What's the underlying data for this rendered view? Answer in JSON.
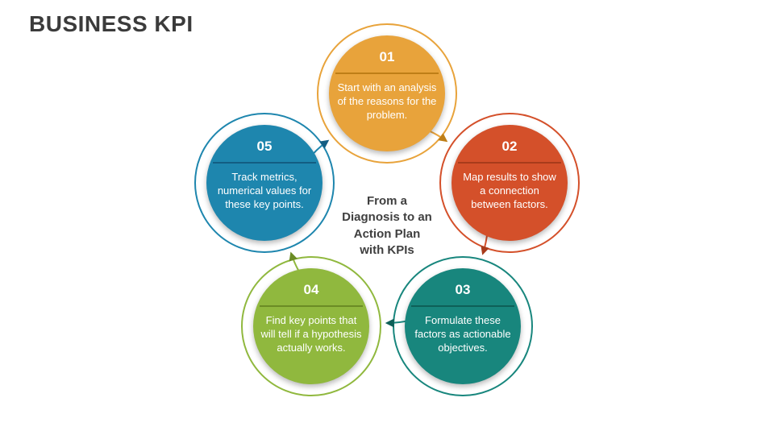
{
  "slide": {
    "title": "BUSINESS KPI",
    "center_text": "From a\nDiagnosis to an\nAction Plan\nwith KPIs"
  },
  "steps": [
    {
      "number": "01",
      "text": "Start with an analysis of the reasons for the problem.",
      "color": "#E8A33B",
      "dark_color": "#BE7E17"
    },
    {
      "number": "02",
      "text": "Map results to show a connection between factors.",
      "color": "#D4502A",
      "dark_color": "#A83B1B"
    },
    {
      "number": "03",
      "text": "Formulate these factors as actionable objectives.",
      "color": "#18867D",
      "dark_color": "#0E6058"
    },
    {
      "number": "04",
      "text": "Find key points that will tell if a hypothesis actually works.",
      "color": "#90B83E",
      "dark_color": "#6B8C25"
    },
    {
      "number": "05",
      "text": "Track metrics, numerical values for these key points.",
      "color": "#1E86AE",
      "dark_color": "#135E83"
    }
  ]
}
